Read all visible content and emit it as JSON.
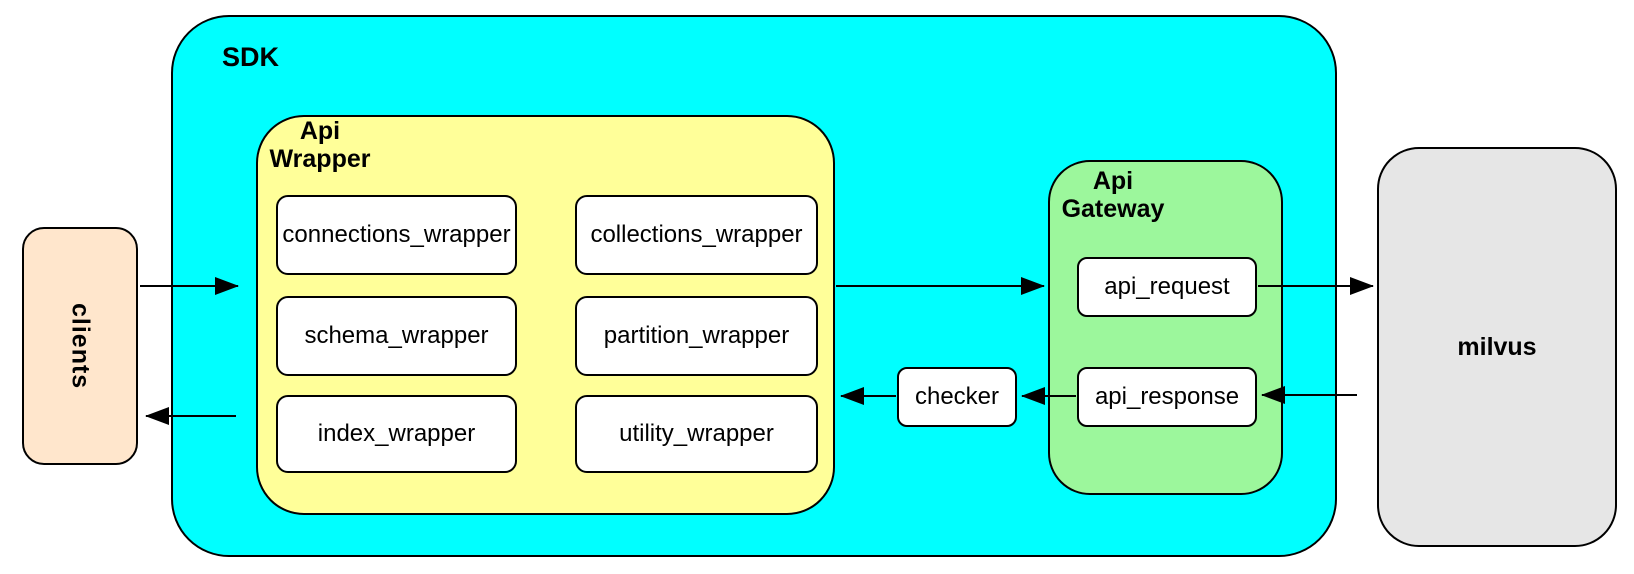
{
  "diagram": {
    "nodes": {
      "clients": {
        "label": "clients",
        "fill": "#ffe6cc"
      },
      "sdk": {
        "label": "SDK",
        "fill": "#00ffff"
      },
      "apiWrapper": {
        "label": "Api\nWrapper",
        "fill": "#ffff99"
      },
      "wrapperBoxes": [
        {
          "label": "connections_wrapper"
        },
        {
          "label": "collections_wrapper"
        },
        {
          "label": "schema_wrapper"
        },
        {
          "label": "partition_wrapper"
        },
        {
          "label": "index_wrapper"
        },
        {
          "label": "utility_wrapper"
        }
      ],
      "checker": {
        "label": "checker",
        "fill": "#ffffff"
      },
      "apiGateway": {
        "label": "Api\nGateway",
        "fill": "#9cf79c"
      },
      "apiRequest": {
        "label": "api_request"
      },
      "apiResponse": {
        "label": "api_response"
      },
      "milvus": {
        "label": "milvus",
        "fill": "#e6e6e6"
      }
    },
    "edges": [
      {
        "from": "clients",
        "to": "api_wrapper"
      },
      {
        "from": "sdk",
        "to": "clients"
      },
      {
        "from": "api_wrapper",
        "to": "api_gateway"
      },
      {
        "from": "api_request",
        "to": "milvus"
      },
      {
        "from": "milvus",
        "to": "api_response"
      },
      {
        "from": "api_response",
        "to": "checker"
      },
      {
        "from": "checker",
        "to": "api_wrapper"
      }
    ],
    "line_color": "#000000"
  }
}
